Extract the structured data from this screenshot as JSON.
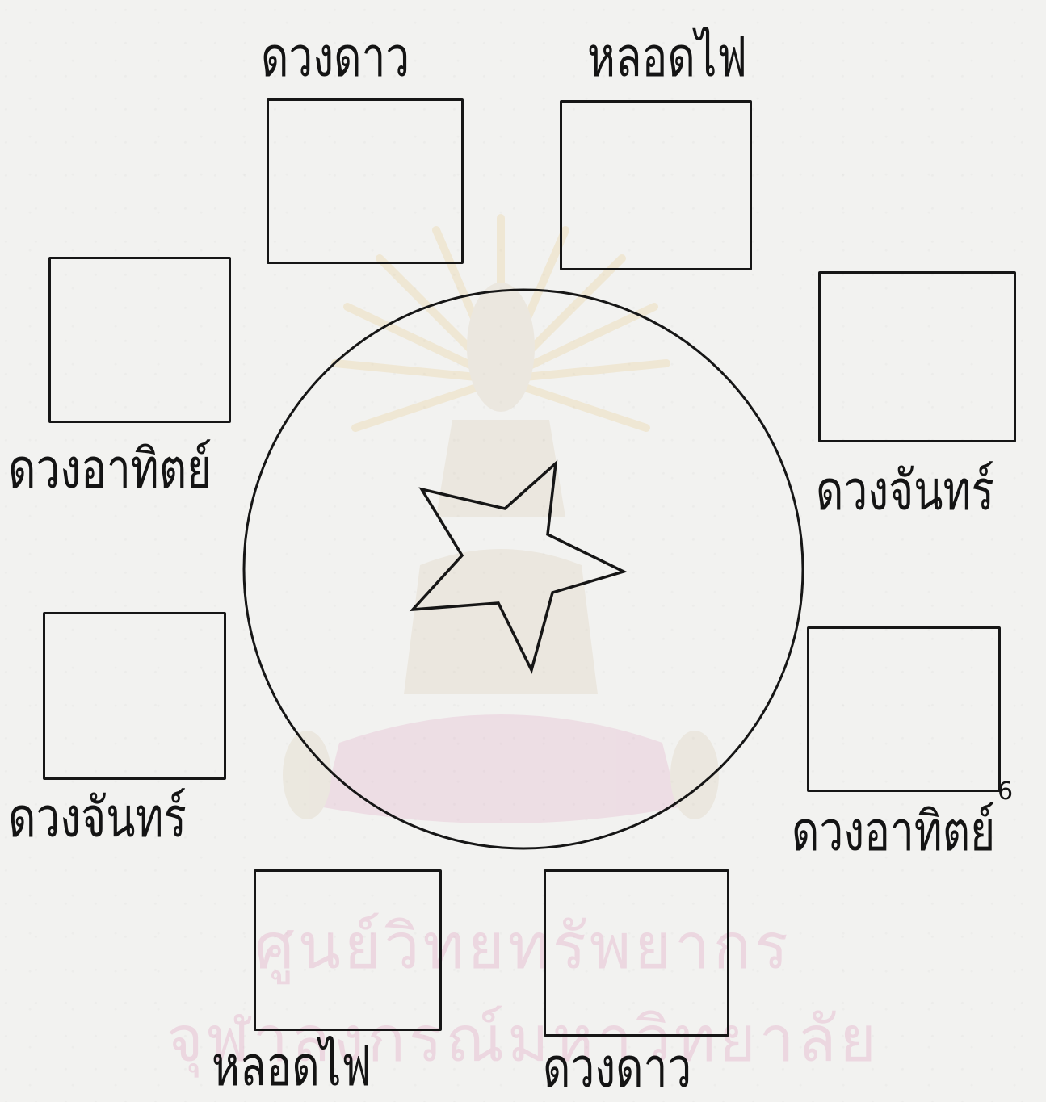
{
  "labels": {
    "top_left": "ดวงดาว",
    "top_right": "หลอดไฟ",
    "upper_left": "ดวงอาทิตย์",
    "upper_right": "ดวงจันทร์",
    "lower_left": "ดวงจันทร์",
    "lower_right": "ดวงอาทิตย์",
    "bottom_left": "หลอดไฟ",
    "bottom_right": "ดวงดาว"
  },
  "watermark": {
    "line1": "ศูนย์วิทยทรัพยากร",
    "line2": "จุฬาลงกรณ์มหาวิทยาลัย",
    "color": "#d678aa"
  },
  "page_number": "6",
  "colors": {
    "ink": "#161616",
    "paper": "#f2f2f0"
  },
  "center_icon": "star-icon"
}
